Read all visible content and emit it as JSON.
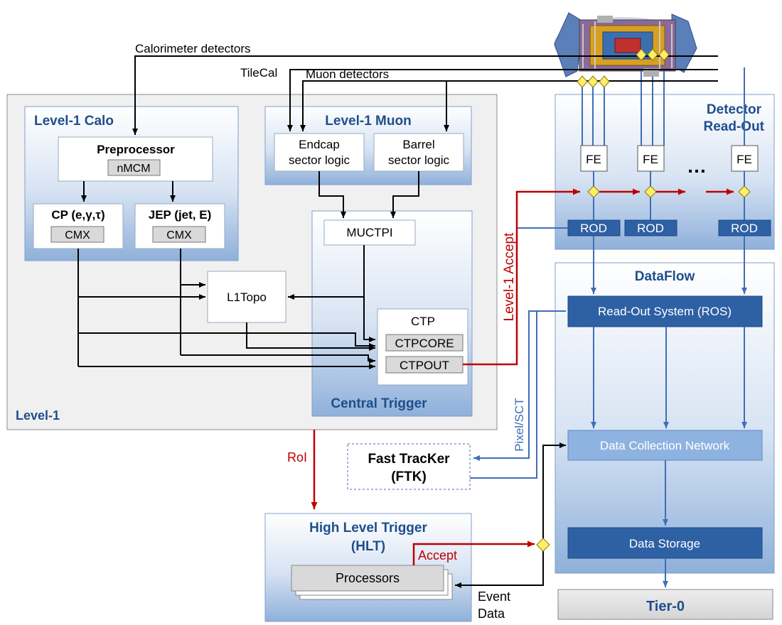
{
  "sources": {
    "calorimeter": "Calorimeter detectors",
    "tilecal": "TileCal",
    "muon": "Muon detectors"
  },
  "level1": {
    "label": "Level-1",
    "calo": {
      "title": "Level-1 Calo",
      "preprocessor": "Preprocessor",
      "nmcm": "nMCM",
      "cp": "CP (e,γ,τ)",
      "cp_cmx": "CMX",
      "jep": "JEP (jet, E)",
      "jep_cmx": "CMX"
    },
    "muon": {
      "title": "Level-1 Muon",
      "endcap_line1": "Endcap",
      "endcap_line2": "sector logic",
      "barrel_line1": "Barrel",
      "barrel_line2": "sector logic"
    },
    "l1topo": "L1Topo",
    "central": {
      "title": "Central Trigger",
      "muctpi": "MUCTPI",
      "ctp": "CTP",
      "ctpcore": "CTPCORE",
      "ctpout": "CTPOUT"
    }
  },
  "readout": {
    "title_line1": "Detector",
    "title_line2": "Read-Out",
    "fe": [
      "FE",
      "FE",
      "FE"
    ],
    "dots": "…",
    "rod": [
      "ROD",
      "ROD",
      "ROD"
    ]
  },
  "dataflow": {
    "title": "DataFlow",
    "ros": "Read-Out System (ROS)",
    "dcn": "Data Collection Network",
    "storage": "Data Storage"
  },
  "signals": {
    "level1_accept": "Level-1 Accept",
    "pixel_sct": "Pixel/SCT",
    "roi": "RoI",
    "accept": "Accept",
    "event_line1": "Event",
    "event_line2": "Data"
  },
  "ftk": {
    "line1": "Fast TracKer",
    "line2": "(FTK)"
  },
  "hlt": {
    "line1": "High Level Trigger",
    "line2": "(HLT)",
    "processors": "Processors"
  },
  "tier0": "Tier-0",
  "colors": {
    "trigger_red": "#c00000",
    "data_blue": "#3f6eb5",
    "title_blue": "#1f4e8c",
    "dark_box": "#2e60a4"
  }
}
